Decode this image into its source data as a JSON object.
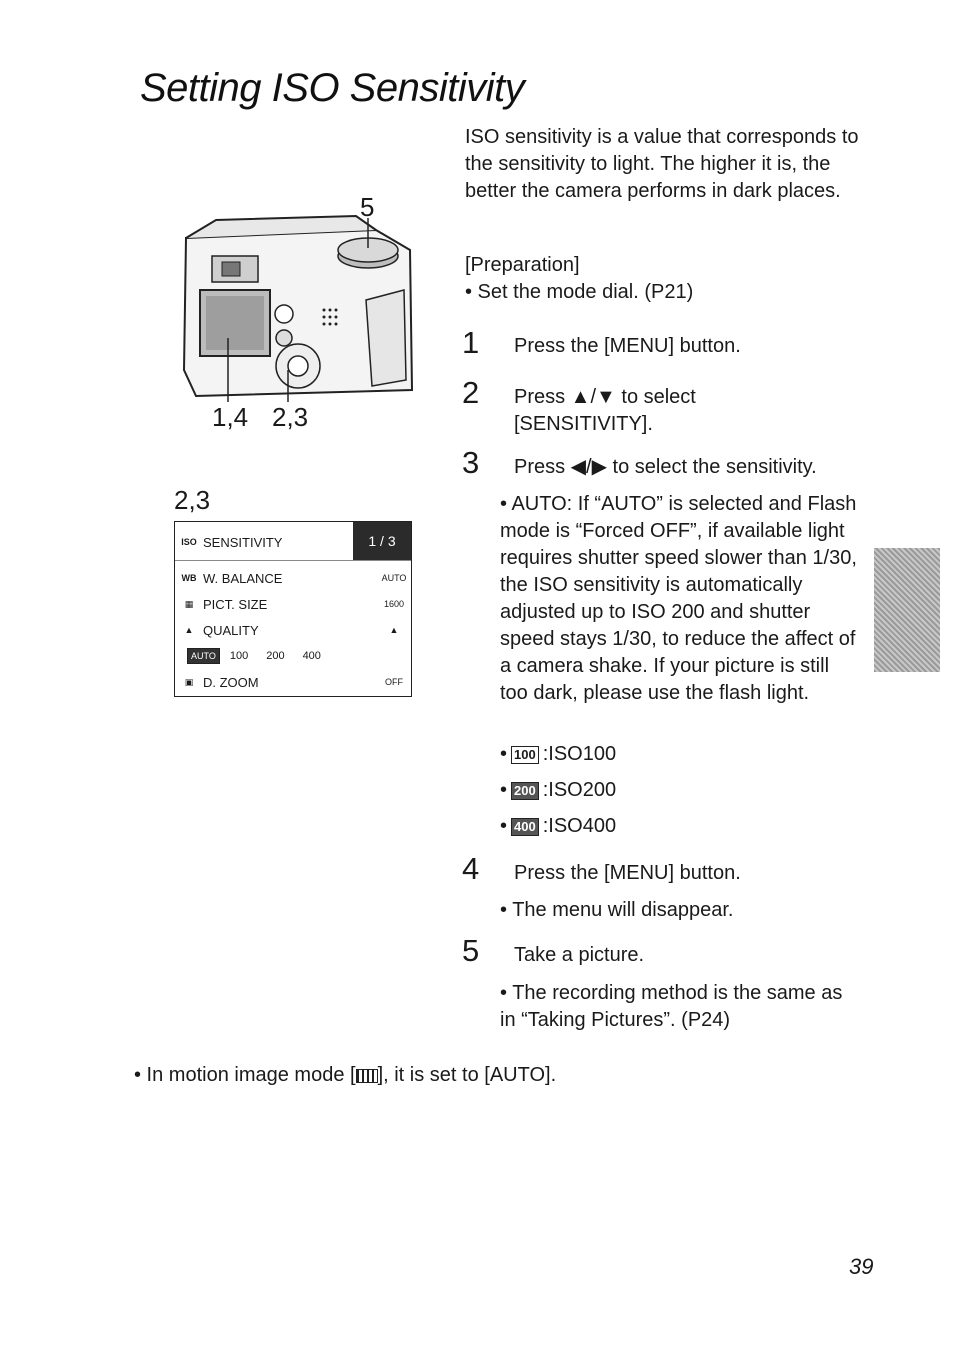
{
  "title": "Setting ISO Sensitivity",
  "intro": "ISO sensitivity is a value that corresponds to the sensitivity to light. The higher it is, the better the camera performs in dark places.",
  "preparation": {
    "heading": "[Preparation]",
    "item": "• Set the mode dial. (P21)"
  },
  "camera_figure": {
    "label_top": "5",
    "label_left": "1,4",
    "label_right": "2,3"
  },
  "menu_figure": {
    "label": "2,3",
    "page_indicator": "1 / 3",
    "rows": [
      {
        "icon": "ISO",
        "label": "SENSITIVITY",
        "value": ""
      },
      {
        "icon": "WB",
        "label": "W. BALANCE",
        "value": "AUTO"
      },
      {
        "icon": "▦",
        "label": "PICT. SIZE",
        "value": "1600"
      },
      {
        "icon": "▲",
        "label": "QUALITY",
        "value": "▲"
      }
    ],
    "options_row": {
      "selected": "AUTO",
      "options": [
        "100",
        "200",
        "400"
      ]
    },
    "zoom_row": {
      "icon": "▣",
      "label": "D. ZOOM",
      "value": "OFF"
    }
  },
  "steps": [
    {
      "num": "1",
      "text": "Press the [MENU] button."
    },
    {
      "num": "2",
      "text": "Press ▲/▼ to select [SENSITIVITY]."
    },
    {
      "num": "3",
      "text": "Press ◀/▶ to select the sensitivity."
    },
    {
      "num": "4",
      "text": "Press the [MENU] button."
    },
    {
      "num": "5",
      "text": "Take a picture."
    }
  ],
  "step3_bullet": "• AUTO: If “AUTO” is selected and Flash mode is “Forced OFF”, if available light requires shutter speed slower than 1/30, the ISO sensitivity is automatically adjusted up to ISO 200 and shutter speed stays 1/30, to reduce the affect of a camera shake. If your picture is still too dark, please use the flash light.",
  "iso_options": [
    {
      "badge": "100",
      "text": ":ISO100"
    },
    {
      "badge": "200",
      "text": ":ISO200"
    },
    {
      "badge": "400",
      "text": ":ISO400"
    }
  ],
  "step4_bullet": "• The menu will disappear.",
  "step5_bullet": "• The recording method is the same as in “Taking Pictures”. (P24)",
  "footnote": {
    "before": "• In motion image mode [",
    "after": "], it is set to [AUTO]."
  },
  "page_number": "39"
}
